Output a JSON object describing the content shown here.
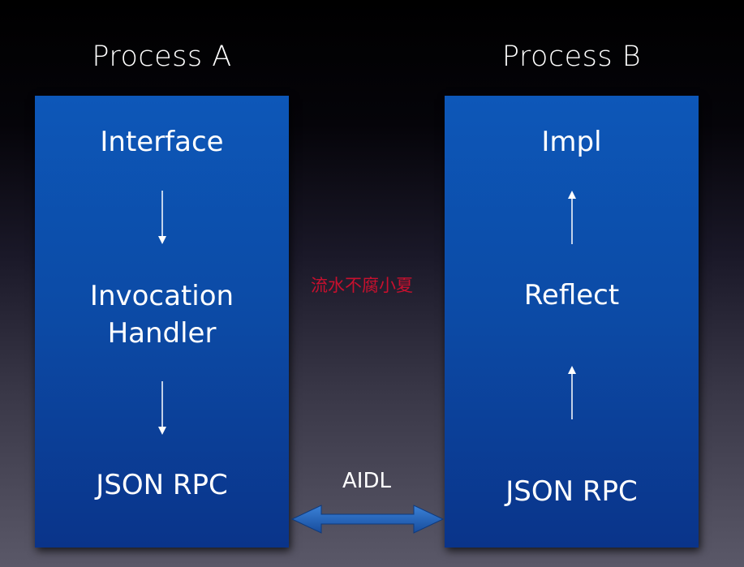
{
  "process_a": {
    "title": "Process A",
    "steps": [
      "Interface",
      "Invocation\nHandler",
      "JSON RPC"
    ]
  },
  "process_b": {
    "title": "Process B",
    "steps": [
      "Impl",
      "Reflect",
      "JSON RPC"
    ]
  },
  "connection": {
    "label": "AIDL",
    "color": "#1f5fb4"
  },
  "watermark": "流水不腐小夏",
  "colors": {
    "panel_top": "#0d57b8",
    "panel_bottom": "#0a348a",
    "watermark": "#c8102e"
  }
}
